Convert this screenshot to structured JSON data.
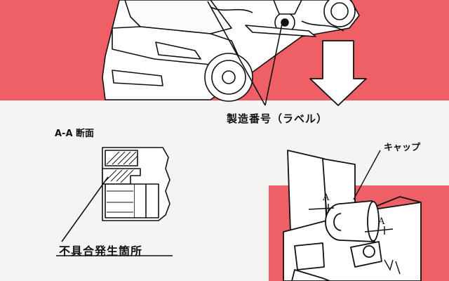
{
  "labels": {
    "serial_number": "製造番号（ラベル）",
    "section_title": "A-A 断面",
    "cap": "キャップ",
    "defect_location": "不具合発生箇所",
    "section_mark_1": "A",
    "section_mark_2": "A"
  },
  "colors": {
    "accent_panel": "#ef5f66",
    "background": "#f4f4f3",
    "line": "#111111"
  },
  "icons": [
    "car-illustration",
    "down-arrow-icon",
    "cross-section-drawing",
    "steering-column-drawing",
    "leader-line"
  ]
}
